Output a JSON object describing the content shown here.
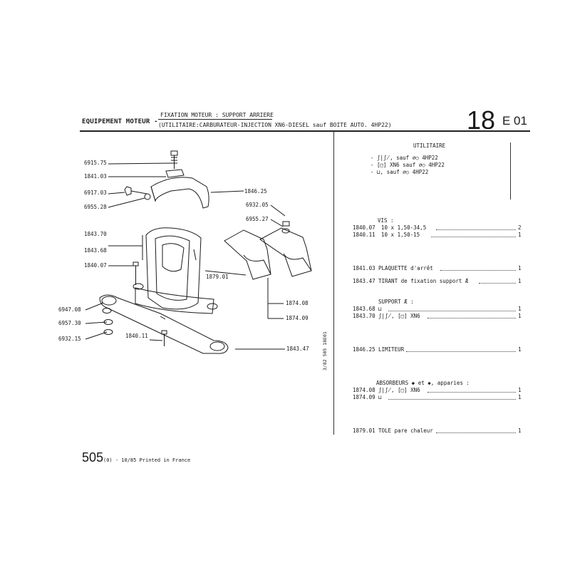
{
  "header": {
    "section": "EQUIPEMENT MOTEUR -",
    "subtitle_line1": "FIXATION MOTEUR : SUPPORT ARRIERE",
    "subtitle_line2": "(UTILITAIRE:CARBURATEUR-INJECTION XN6-DIESEL sauf BOITE AUTO. 4HP22)",
    "group_number": "18",
    "plate_code": "E 01"
  },
  "diagram_labels": {
    "l6915_75": "6915.75",
    "l1841_03": "1841.03",
    "l6917_03": "6917.03",
    "l6955_28": "6955.28",
    "l1846_25": "1846.25",
    "l6932_05": "6932.05",
    "l6955_27": "6955.27",
    "l1843_70": "1843.70",
    "l1843_68": "1843.68",
    "l1840_07": "1840.07",
    "l1879_01": "1879.01",
    "l1874_08": "1874.08",
    "l1874_09": "1874.09",
    "l6947_08": "6947.08",
    "l6957_30": "6957.30",
    "l6932_15": "6932.15",
    "l1840_11": "1840.11",
    "l1843_47": "1843.47"
  },
  "vertical_ref": "3/82 505 18E01",
  "right_panel": {
    "heading": "UTILITAIRE",
    "variants": [
      "- ʃ|ʃ̸, sauf ∅○ 4HP22",
      "- [□] XN6 sauf ∅○ 4HP22",
      "- ⊔, sauf ∅○ 4HP22"
    ],
    "vis_title": "VIS :",
    "rows": [
      {
        "ref": "1840.07",
        "desc": "10 x 1,50-34,5",
        "qty": "2"
      },
      {
        "ref": "1840.11",
        "desc": "10 x 1,50-15",
        "qty": "1"
      },
      {
        "ref": "1841.03",
        "desc": "PLAQUETTE d'arrêt",
        "qty": "1"
      },
      {
        "ref": "1843.47",
        "desc": "TIRANT de fixation support Æ",
        "qty": "1"
      },
      {
        "ref": "1843.68",
        "desc": "⊔",
        "qty": "1"
      },
      {
        "ref": "1843.70",
        "desc": "ʃ|ʃ̸, [□] XN6",
        "qty": "1"
      },
      {
        "ref": "1846.25",
        "desc": "LIMITEUR",
        "qty": "1"
      },
      {
        "ref": "1874.08",
        "desc": "ʃ|ʃ̸, [□] XN6",
        "qty": "1"
      },
      {
        "ref": "1874.09",
        "desc": "⊔",
        "qty": "1"
      },
      {
        "ref": "1879.01",
        "desc": "TOLE pare chaleur",
        "qty": "1"
      }
    ],
    "support_title": "SUPPORT Æ :",
    "absorbeurs_title": "ABSORBEURS ◆ et ◆, apparies :"
  },
  "footer": {
    "page_number": "505",
    "print_info": "(0) - 10/85 Printed in France"
  },
  "colors": {
    "ink": "#1a1a1a",
    "paper": "#ffffff"
  }
}
